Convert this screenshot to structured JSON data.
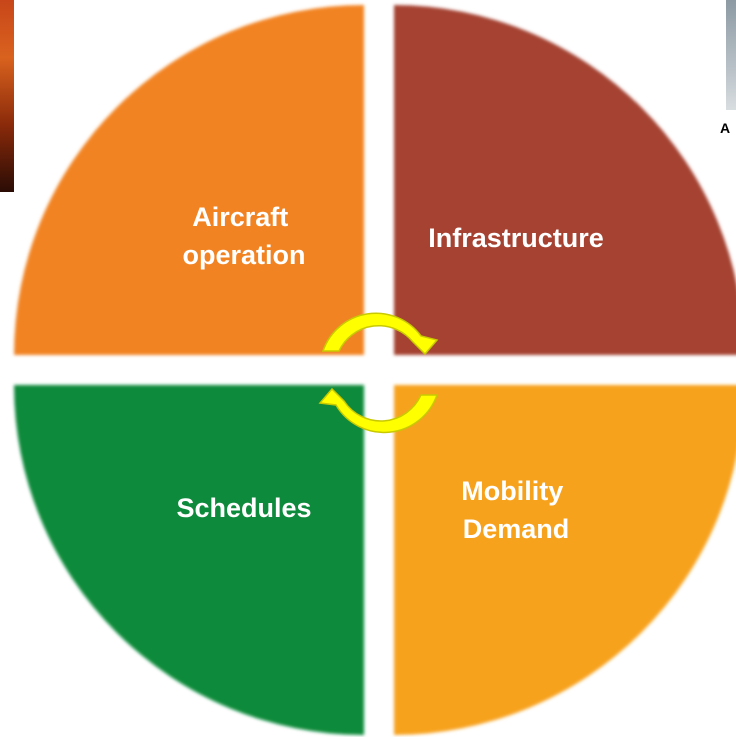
{
  "quadrants": {
    "top_left": {
      "lines": [
        "Aircraft",
        "operation"
      ],
      "color": "#F28323"
    },
    "top_right": {
      "lines": [
        "Infrastructure"
      ],
      "color": "#A54233"
    },
    "bottom_left": {
      "lines": [
        "Schedules"
      ],
      "color": "#078A3A"
    },
    "bottom_right": {
      "lines": [
        "Mobility",
        "Demand"
      ],
      "color": "#F7A21C"
    }
  },
  "cycle_arrows": {
    "color": "#FFFF00",
    "outline": "#C9C900",
    "icon": "cycle-arrows-icon"
  },
  "side_photo_caption": "A"
}
